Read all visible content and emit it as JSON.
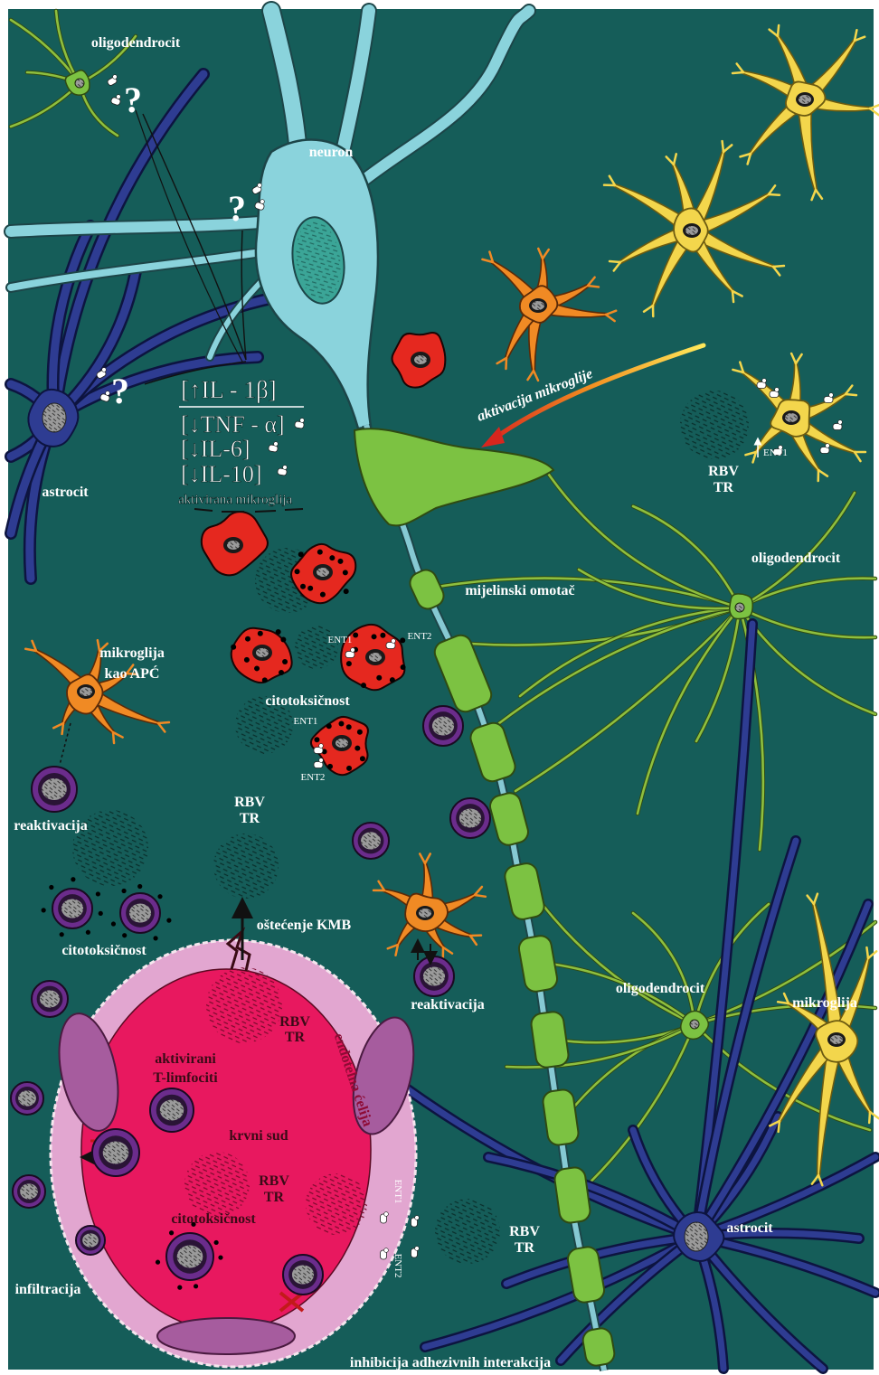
{
  "labels": {
    "oligodendrocyte_top": "oligodendrocit",
    "neuron": "neuron",
    "astrocyte_left": "astrocit",
    "activation_arrow": "aktivacija mikroglije",
    "oligodendrocyte_right": "oligodendrocit",
    "myelin_sheath": "mijelinski omotač",
    "microglia_apc_line1": "mikroglija",
    "microglia_apc_line2": "kao APĆ",
    "cytotoxicity_center": "citotoksičnost",
    "reactivation_left": "reaktivacija",
    "bbb_damage": "oštećenje KMB",
    "cytotoxicity_left": "citotoksičnost",
    "reactivation_center": "reaktivacija",
    "oligodendrocyte_bottom": "oligodendrocit",
    "microglia_right": "mikroglija",
    "endothelial_cell": "endotelna ćelija",
    "activated_t_cells_line1": "aktivirani",
    "activated_t_cells_line2": "T-limfociti",
    "blood_vessel": "krvni sud",
    "cytotoxicity_vessel": "citotoksičnost",
    "astrocyte_bottom": "astrocit",
    "infiltration": "infiltracija",
    "adhesion_inhibition": "inhibicija adhezivnih interakcija"
  },
  "question_mark": "?",
  "cytokines": {
    "il1b": "[↑IL - 1β]",
    "tnfa": "[↓TNF - α]",
    "il6": "[↓IL-6]",
    "il10": "[↓IL-10]",
    "caption": "aktivirana mikroglija"
  },
  "ent": {
    "ent1": "ENT1",
    "ent2": "ENT2"
  },
  "drugs": {
    "line1": "RBV",
    "line2": "TR"
  },
  "colors": {
    "background": "#155d59",
    "neuron": "#8ad3dc",
    "myelin": "#7cc242",
    "oligodendrocyte_process": "#8ebf3f",
    "astrocyte": "#2e3c92",
    "microglia_resting": "#f3d64c",
    "microglia_apc": "#f08a24",
    "microglia_activated": "#e5281f",
    "t_cell": "#6b2c8c",
    "vessel_wall": "#e2a6d0",
    "vessel_lumen": "#e8185f",
    "endothelial_nucleus": "#a65c9e"
  }
}
